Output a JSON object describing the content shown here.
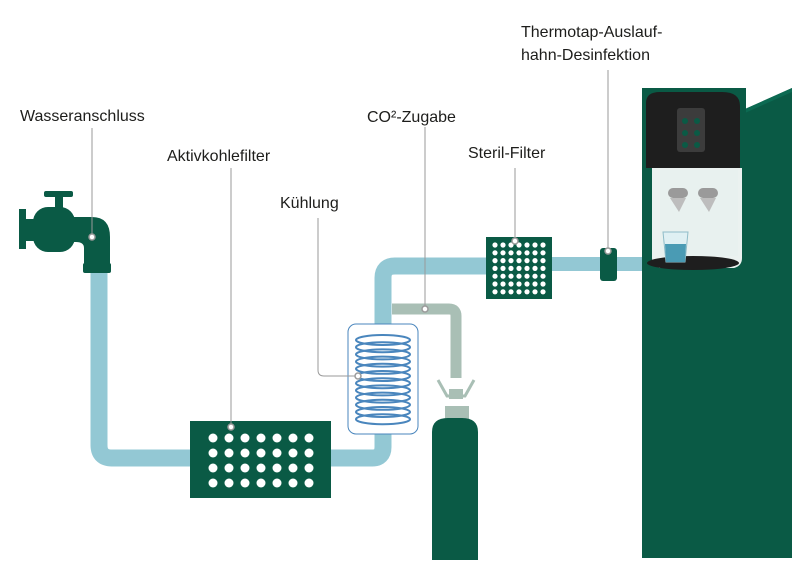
{
  "labels": {
    "water_connection": "Wasseranschluss",
    "carbon_filter": "Aktivkohlefilter",
    "cooling": "Kühlung",
    "co2": "CO²-Zugabe",
    "sterile_filter": "Steril-Filter",
    "thermotap_line1": "Thermotap-Auslauf-",
    "thermotap_line2": "hahn-Desinfektion"
  },
  "colors": {
    "dark_green": "#0a5a45",
    "pipe_blue": "#93c8d4",
    "co2_pipe": "#a9bfb5",
    "coil_blue": "#4a86bd",
    "leader_line": "#9a9a9a"
  },
  "icons": [
    "faucet-icon",
    "activated-carbon-filter-icon",
    "cooling-coil-icon",
    "co2-cylinder-icon",
    "sterile-filter-icon",
    "thermotap-valve-icon",
    "water-dispenser-icon"
  ]
}
